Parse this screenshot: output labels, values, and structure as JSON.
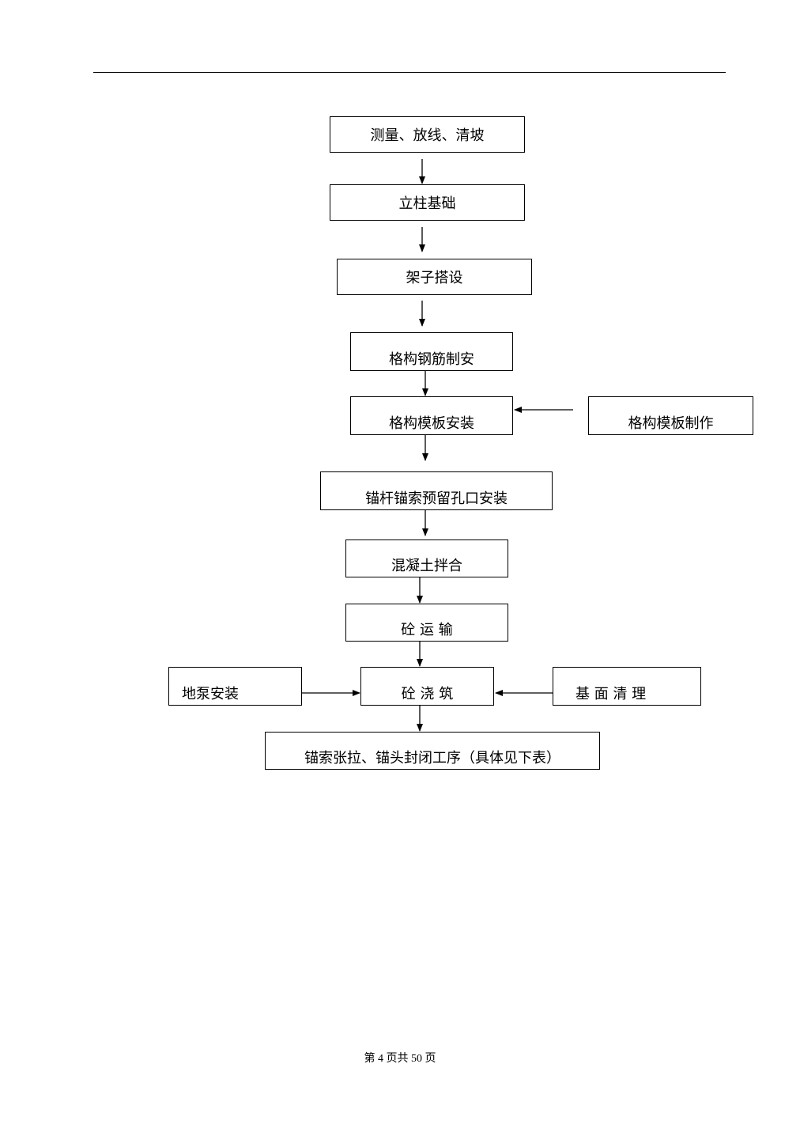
{
  "diagram": {
    "nodes": {
      "survey": "测量、放线、清坡",
      "column_foundation": "立柱基础",
      "scaffold": "架子搭设",
      "lattice_rebar": "格构钢筋制安",
      "lattice_formwork_install": "格构模板安装",
      "lattice_formwork_make": "格构模板制作",
      "anchor_holes": "锚杆锚索预留孔口安装",
      "concrete_mix": "混凝土拌合",
      "concrete_transport": "砼 运 输",
      "ground_pump": "地泵安装",
      "concrete_pour": "砼 浇 筑",
      "base_clean": "基 面 清 理",
      "tensioning": "锚索张拉、锚头封闭工序（具体见下表）"
    }
  },
  "footer": {
    "page_text": "第 4 页共 50 页"
  }
}
